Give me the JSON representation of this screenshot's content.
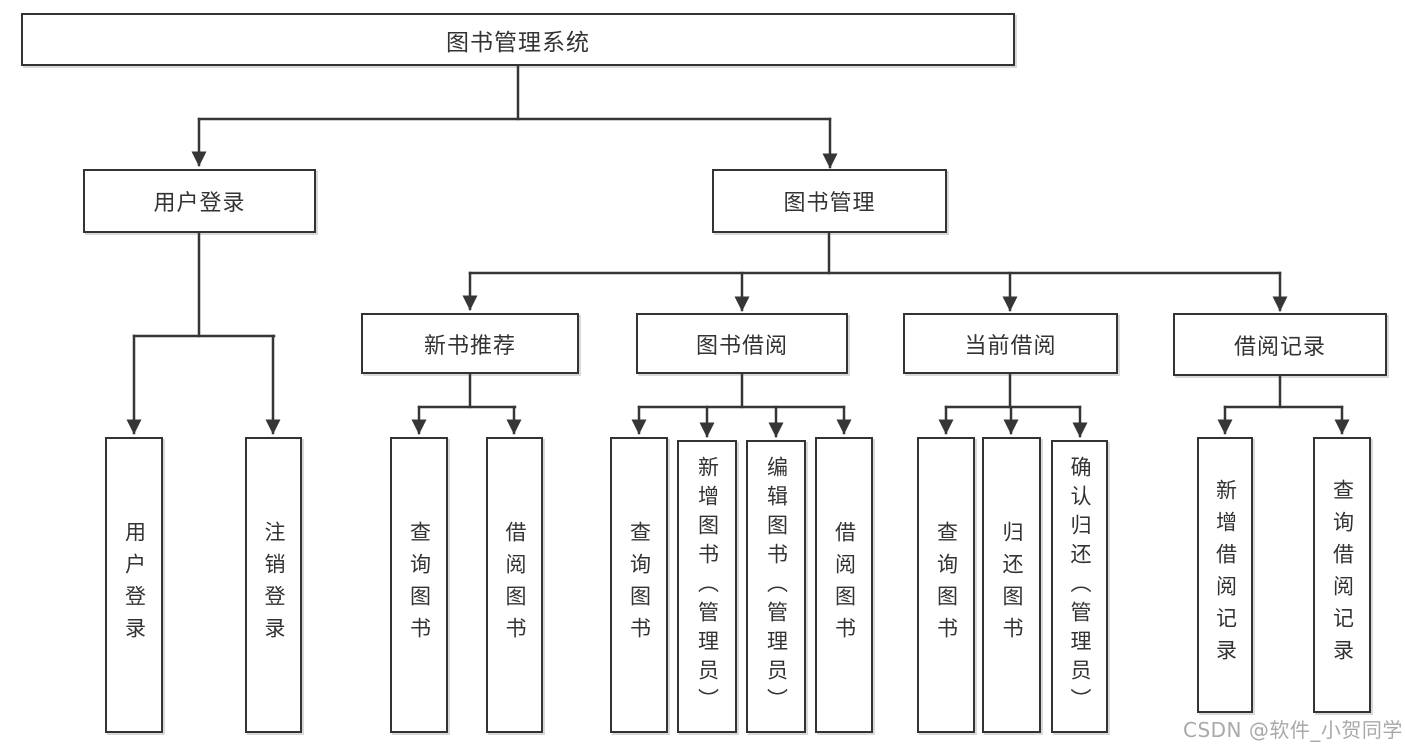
{
  "diagram": {
    "root": {
      "label": "图书管理系统",
      "children": [
        {
          "label": "用户登录",
          "children": [
            {
              "label": "用户登录"
            },
            {
              "label": "注销登录"
            }
          ]
        },
        {
          "label": "图书管理",
          "children": [
            {
              "label": "新书推荐",
              "children": [
                {
                  "label": "查询图书"
                },
                {
                  "label": "借阅图书"
                }
              ]
            },
            {
              "label": "图书借阅",
              "children": [
                {
                  "label": "查询图书"
                },
                {
                  "label": "新增图书（管理员）"
                },
                {
                  "label": "编辑图书（管理员）"
                },
                {
                  "label": "借阅图书"
                }
              ]
            },
            {
              "label": "当前借阅",
              "children": [
                {
                  "label": "查询图书"
                },
                {
                  "label": "归还图书"
                },
                {
                  "label": "确认归还（管理员）"
                }
              ]
            },
            {
              "label": "借阅记录",
              "children": [
                {
                  "label": "新增借阅记录"
                },
                {
                  "label": "查询借阅记录"
                }
              ]
            }
          ]
        }
      ]
    }
  },
  "watermark": {
    "text": "CSDN @软件_小贺同学"
  },
  "colors": {
    "line": "#363636",
    "box_border": "#333333",
    "text": "#333333",
    "watermark": "#a9a9a9",
    "background": "#ffffff"
  }
}
